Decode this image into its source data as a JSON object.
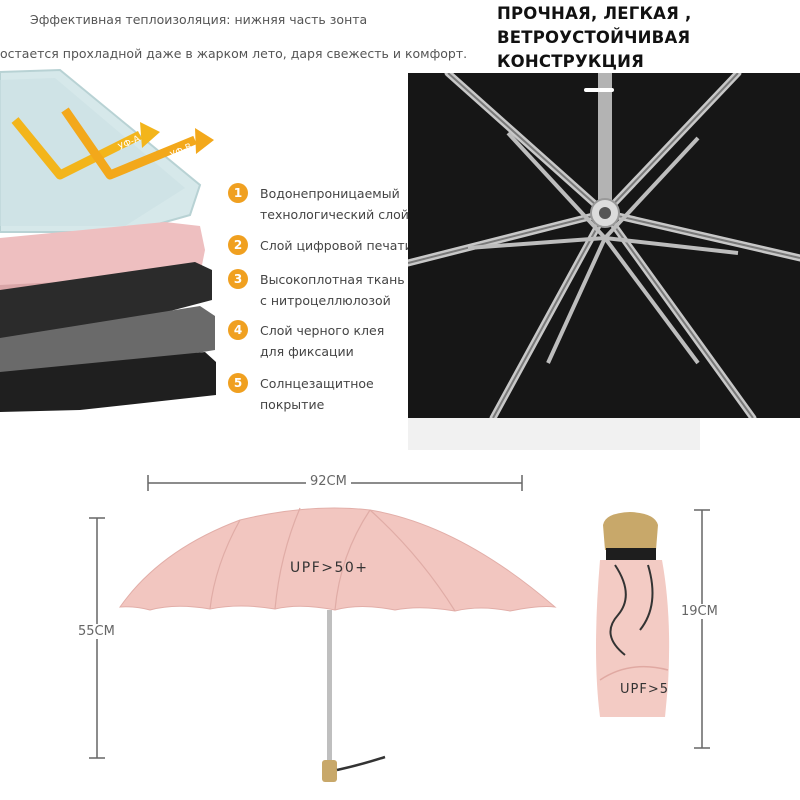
{
  "insulation": {
    "heading_line1": "Эффективная теплоизоляция: нижняя часть зонта",
    "heading_line2": "остается прохладной даже в жарком лето, даря свежесть и комфорт.",
    "arrow_labels": [
      "УФ-A",
      "УФ-B"
    ]
  },
  "layers": [
    {
      "number": "1",
      "line1": "Водонепроницаемый",
      "line2": "технологический слой"
    },
    {
      "number": "2",
      "line1": "Слой цифровой печати",
      "line2": ""
    },
    {
      "number": "3",
      "line1": "Высокоплотная ткань",
      "line2": "с нитроцеллюлозой"
    },
    {
      "number": "4",
      "line1": "Слой черного клея",
      "line2": "для фиксации"
    },
    {
      "number": "5",
      "line1": "Солнцезащитное",
      "line2": "покрытие"
    }
  ],
  "frame": {
    "title_line1": "ПРОЧНАЯ, ЛЕГКАЯ ,",
    "title_line2": "ВЕТРОУСТОЙЧИВАЯ",
    "title_line3": "КОНСТРУКЦИЯ"
  },
  "dimensions": {
    "open_width": "92CM",
    "open_height": "55CM",
    "folded_length": "19CM",
    "canopy_print": "UPF>50+",
    "folded_print": "UPF>5"
  },
  "colors": {
    "accent": "#f0a020",
    "canopy_pink": "#f2c8c2",
    "handle_gold": "#c8a86a"
  }
}
